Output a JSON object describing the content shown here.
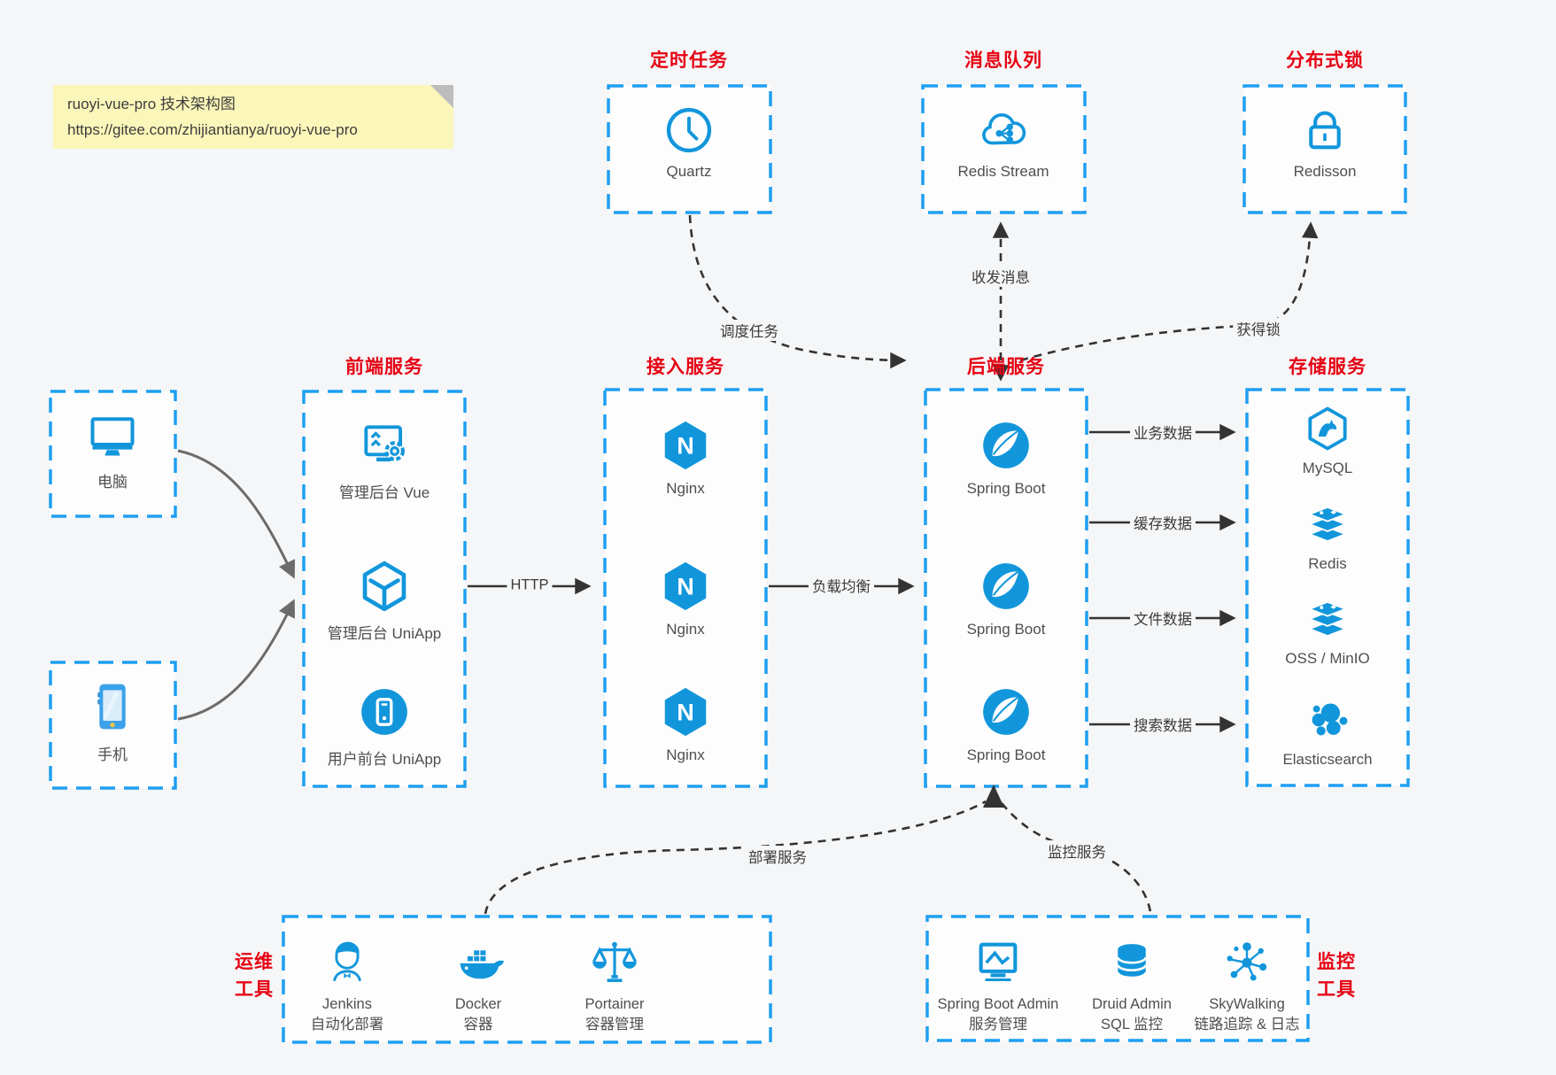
{
  "note": {
    "line1": "ruoyi-vue-pro 技术架构图",
    "line2": "https://gitee.com/zhijiantianya/ruoyi-vue-pro"
  },
  "groups": {
    "scheduler": {
      "title": "定时任务",
      "items": [
        {
          "label": "Quartz",
          "icon": "clock-icon"
        }
      ]
    },
    "mq": {
      "title": "消息队列",
      "items": [
        {
          "label": "Redis Stream",
          "icon": "cloud-queue-icon"
        }
      ]
    },
    "lock": {
      "title": "分布式锁",
      "items": [
        {
          "label": "Redisson",
          "icon": "lock-icon"
        }
      ]
    },
    "clients": {
      "computer": "电脑",
      "phone": "手机"
    },
    "frontend": {
      "title": "前端服务",
      "items": [
        {
          "label": "管理后台 Vue",
          "icon": "admin-console-icon"
        },
        {
          "label": "管理后台 UniApp",
          "icon": "uniapp-box-icon"
        },
        {
          "label": "用户前台 UniApp",
          "icon": "mobile-app-icon"
        }
      ]
    },
    "access": {
      "title": "接入服务",
      "items": [
        {
          "label": "Nginx",
          "icon": "nginx-icon"
        },
        {
          "label": "Nginx",
          "icon": "nginx-icon"
        },
        {
          "label": "Nginx",
          "icon": "nginx-icon"
        }
      ]
    },
    "backend": {
      "title": "后端服务",
      "items": [
        {
          "label": "Spring Boot",
          "icon": "spring-icon"
        },
        {
          "label": "Spring Boot",
          "icon": "spring-icon"
        },
        {
          "label": "Spring Boot",
          "icon": "spring-icon"
        }
      ]
    },
    "storage": {
      "title": "存储服务",
      "items": [
        {
          "label": "MySQL",
          "icon": "mysql-icon"
        },
        {
          "label": "Redis",
          "icon": "redis-stack-icon"
        },
        {
          "label": "OSS / MinIO",
          "icon": "storage-stack-icon"
        },
        {
          "label": "Elasticsearch",
          "icon": "elasticsearch-icon"
        }
      ]
    },
    "ops": {
      "title_line1": "运维",
      "title_line2": "工具",
      "items": [
        {
          "name": "Jenkins",
          "desc": "自动化部署"
        },
        {
          "name": "Docker",
          "desc": "容器"
        },
        {
          "name": "Portainer",
          "desc": "容器管理"
        }
      ]
    },
    "monitoring": {
      "title_line1": "监控",
      "title_line2": "工具",
      "items": [
        {
          "name": "Spring Boot Admin",
          "desc": "服务管理"
        },
        {
          "name": "Druid Admin",
          "desc": "SQL 监控"
        },
        {
          "name": "SkyWalking",
          "desc": "链路追踪 & 日志"
        }
      ]
    }
  },
  "edges": {
    "schedule": "调度任务",
    "message": "收发消息",
    "acquire_lock": "获得锁",
    "http": "HTTP",
    "load_balance": "负载均衡",
    "business_data": "业务数据",
    "cache_data": "缓存数据",
    "file_data": "文件数据",
    "search_data": "搜索数据",
    "deploy": "部署服务",
    "monitor": "监控服务"
  },
  "colors": {
    "panel_border": "#1e9ff2",
    "icon_blue": "#1296db",
    "title_red": "#e60113",
    "note_bg": "#fbf6b9",
    "arrow_dark": "#333333",
    "arrow_gray": "#6b6b6b"
  }
}
